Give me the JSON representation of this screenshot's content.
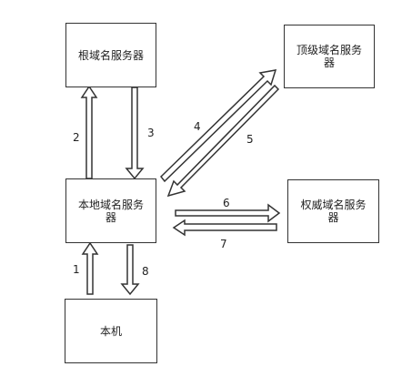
{
  "nodes": {
    "root": "根域名服务器",
    "top": "顶级域名服务器",
    "local": "本地域名服务器",
    "auth": "权威域名服务器",
    "host": "本机"
  },
  "steps": [
    "1",
    "2",
    "3",
    "4",
    "5",
    "6",
    "7",
    "8"
  ],
  "colors": {
    "stroke": "#333333",
    "text": "#222222",
    "background": "#ffffff"
  }
}
